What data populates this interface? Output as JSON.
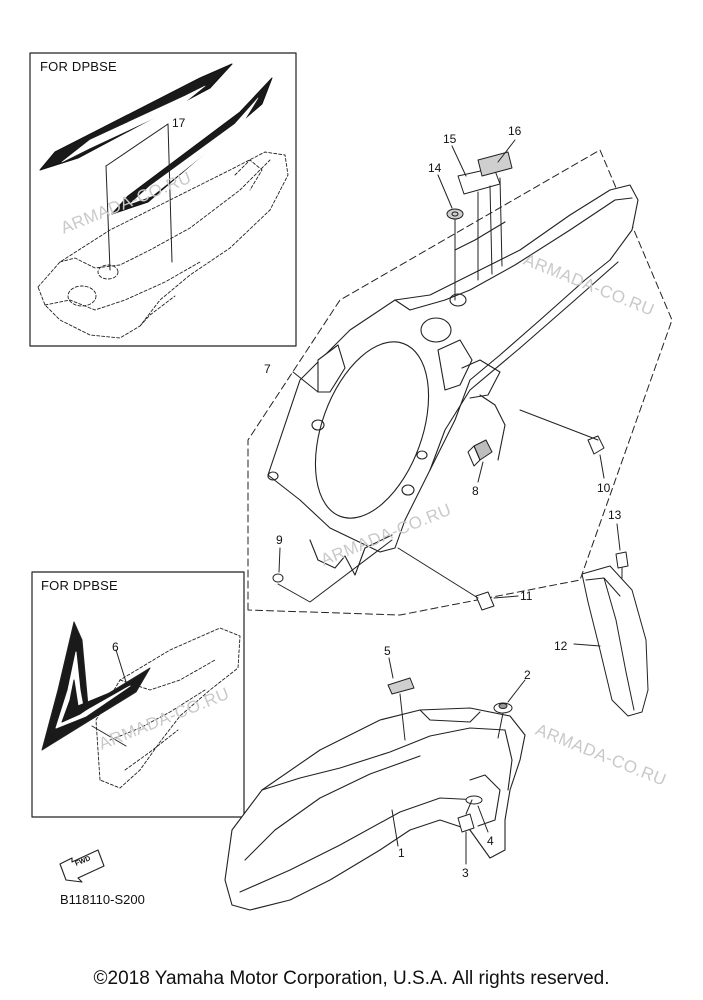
{
  "inset_top": {
    "title": "FOR DPBSE"
  },
  "inset_bottom": {
    "title": "FOR DPBSE"
  },
  "watermarks": [
    "ARMADA-CO.RU",
    "ARMADA-CO.RU",
    "ARMADA-CO.RU",
    "ARMADA-CO.RU",
    "ARMADA-CO.RU"
  ],
  "callouts": [
    "1",
    "2",
    "3",
    "4",
    "5",
    "6",
    "7",
    "8",
    "9",
    "10",
    "11",
    "12",
    "13",
    "14",
    "15",
    "16",
    "17"
  ],
  "fwd_label": "FWD",
  "diagram_code": "B118110-S200",
  "copyright": "©2018 Yamaha Motor Corporation, U.S.A. All rights reserved."
}
